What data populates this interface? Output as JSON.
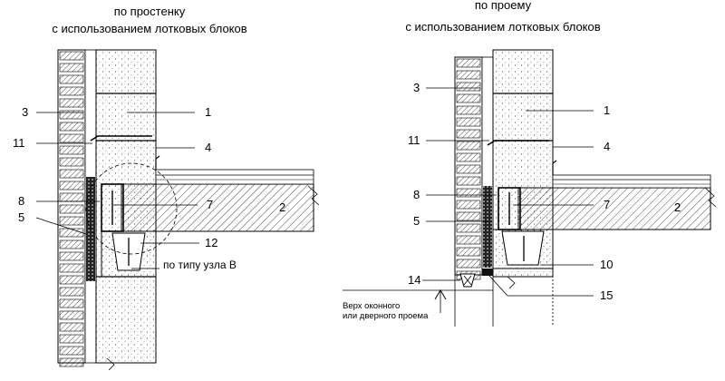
{
  "left": {
    "title_line1": "по простенку",
    "title_line2": "с использованием лотковых блоков",
    "callouts": [
      "3",
      "1",
      "11",
      "4",
      "8",
      "7",
      "2",
      "5",
      "12"
    ],
    "note": "по типу узла В"
  },
  "right": {
    "title_line1": "по проему",
    "title_line2": "с использованием лотковых блоков",
    "callouts": [
      "3",
      "1",
      "11",
      "4",
      "8",
      "7",
      "2",
      "5",
      "10",
      "14",
      "15"
    ],
    "note_line1": "Верх оконного",
    "note_line2": "или дверного проема"
  },
  "colors": {
    "line": "#000000",
    "brick": "#ffffff",
    "insulation": "#000000"
  }
}
